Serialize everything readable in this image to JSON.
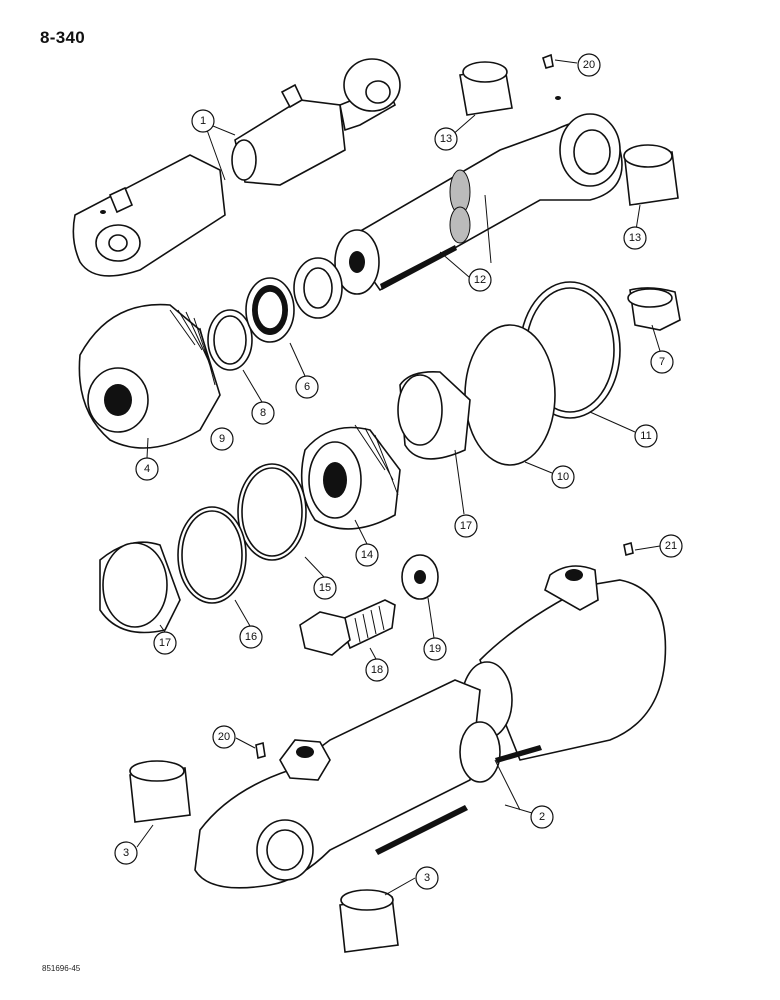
{
  "page_number": "8-340",
  "figure_id": "851696-45",
  "callouts": {
    "c1": "1",
    "c2": "2",
    "c3a": "3",
    "c3b": "3",
    "c4": "4",
    "c6": "6",
    "c7": "7",
    "c8": "8",
    "c9": "9",
    "c10": "10",
    "c11": "11",
    "c12": "12",
    "c13a": "13",
    "c13b": "13",
    "c14": "14",
    "c15": "15",
    "c16": "16",
    "c17a": "17",
    "c17b": "17",
    "c18": "18",
    "c19": "19",
    "c20a": "20",
    "c20b": "20",
    "c21": "21"
  }
}
